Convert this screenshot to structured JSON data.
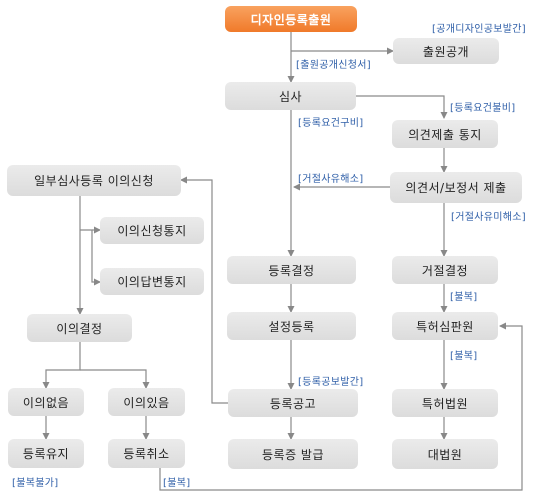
{
  "nodes": {
    "application": "디자인등록출원",
    "publication": "출원공개",
    "examination": "심사",
    "opinion_notice": "의견제출 통지",
    "opinion_amend": "의견서/보정서 제출",
    "partial_opposition": "일부심사등록 이의신청",
    "opposition_notice": "이의신청통지",
    "opposition_reply": "이의답변통지",
    "opposition_decision": "이의결정",
    "no_opposition": "이의없음",
    "opposition_yes": "이의있음",
    "reg_maintain": "등록유지",
    "reg_cancel": "등록취소",
    "reg_decision": "등록결정",
    "reg_setup": "설정등록",
    "reg_gazette": "등록공고",
    "certificate": "등록증 발급",
    "rejection": "거절결정",
    "patent_tribunal": "특허심판원",
    "patent_court": "특허법원",
    "supreme_court": "대법원"
  },
  "notes": {
    "design_gazette": "[공개디자인공보발간]",
    "pub_request": "[출원공개신청서]",
    "req_met": "[등록요건구비]",
    "req_unmet": "[등록요건불비]",
    "reason_resolved": "[거절사유해소]",
    "reason_unresolved": "[거절사유미해소]",
    "appeal_1": "[불복]",
    "appeal_2": "[불복]",
    "reg_gazette_pub": "[등록공보발간]",
    "no_appeal": "[불복불가]",
    "appeal_3": "[불복]"
  },
  "colors": {
    "node_fill": "#e3e3e3",
    "start_fill": "#f58a3c",
    "note_text": "#2f5fa8",
    "line": "#888888"
  }
}
